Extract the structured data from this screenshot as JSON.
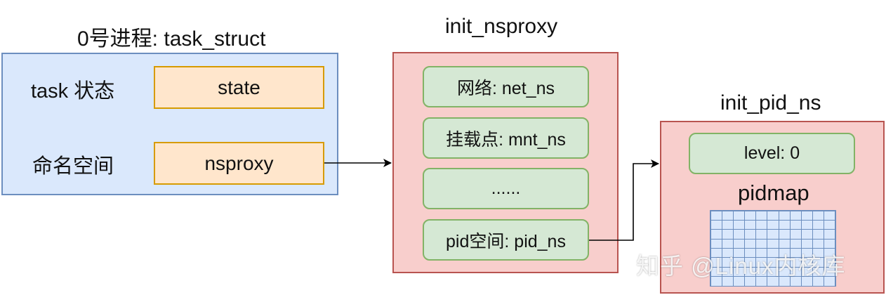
{
  "task_struct": {
    "title": "0号进程: task_struct",
    "rows": [
      {
        "label": "task 状态",
        "field": "state"
      },
      {
        "label": "命名空间",
        "field": "nsproxy"
      }
    ]
  },
  "nsproxy": {
    "title": "init_nsproxy",
    "items": [
      "网络: net_ns",
      "挂载点: mnt_ns",
      "......",
      "pid空间: pid_ns"
    ]
  },
  "pid_ns": {
    "title": "init_pid_ns",
    "level": "level: 0",
    "pidmap_label": "pidmap"
  },
  "watermark": "知乎 @Linux内核库"
}
